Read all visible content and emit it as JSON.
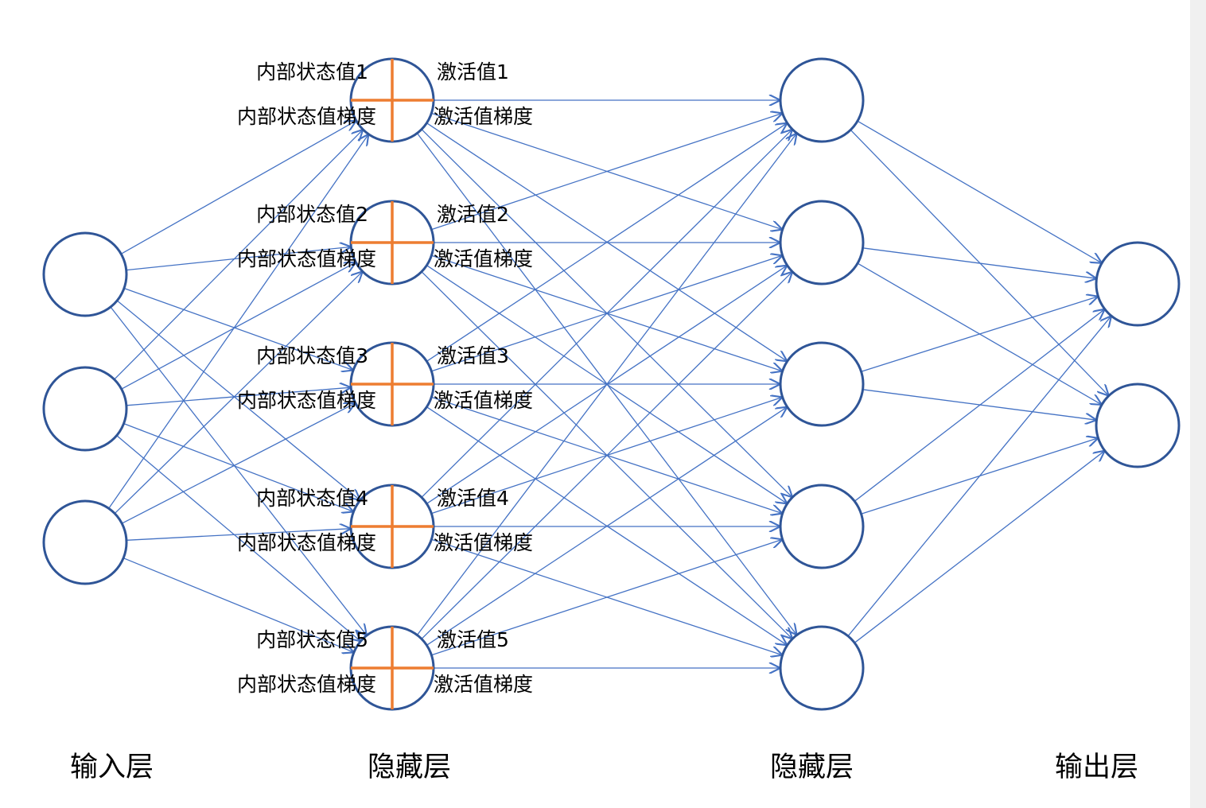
{
  "colors": {
    "edge": "#4472C4",
    "neuron_stroke": "#2F5597",
    "cross": "#ED7D31",
    "text": "#000000"
  },
  "layers": {
    "input": {
      "label": "输入层",
      "count": 3
    },
    "hidden1": {
      "label": "隐藏层",
      "count": 5,
      "nodes": [
        {
          "state": "内部状态值1",
          "state_grad": "内部状态值梯度",
          "act": "激活值1",
          "act_grad": "激活值梯度"
        },
        {
          "state": "内部状态值2",
          "state_grad": "内部状态值梯度",
          "act": "激活值2",
          "act_grad": "激活值梯度"
        },
        {
          "state": "内部状态值3",
          "state_grad": "内部状态值梯度",
          "act": "激活值3",
          "act_grad": "激活值梯度"
        },
        {
          "state": "内部状态值4",
          "state_grad": "内部状态值梯度",
          "act": "激活值4",
          "act_grad": "激活值梯度"
        },
        {
          "state": "内部状态值5",
          "state_grad": "内部状态值梯度",
          "act": "激活值5",
          "act_grad": "激活值梯度"
        }
      ]
    },
    "hidden2": {
      "label": "隐藏层",
      "count": 5
    },
    "output": {
      "label": "输出层",
      "count": 2
    }
  }
}
